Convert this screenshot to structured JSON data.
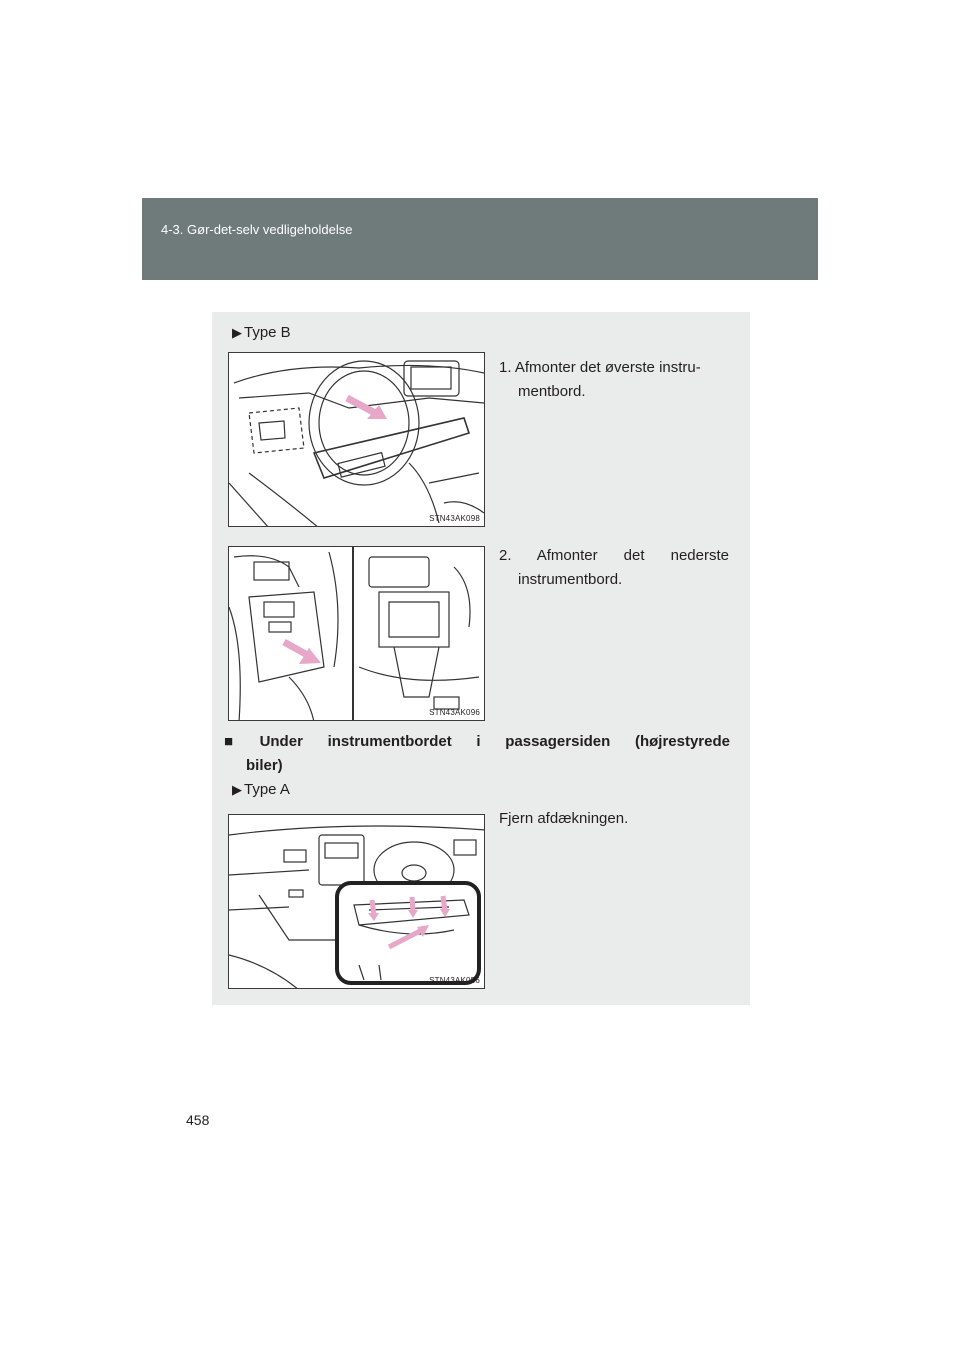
{
  "header": {
    "section": "4-3. Gør-det-selv vedligeholdelse"
  },
  "type_b": {
    "label": "Type B",
    "step1": {
      "line1": "1. Afmonter det øverste instru-",
      "line2": "mentbord."
    },
    "step2": {
      "line1": "2. Afmonter det nederste",
      "line2": "instrumentbord."
    },
    "fig1_code": "STN43AK098",
    "fig2_code": "STN43AK096"
  },
  "heading": {
    "bullet": "■",
    "line1": "Under instrumentbordet i passagersiden (højrestyrede",
    "line2": "biler)"
  },
  "type_a": {
    "label": "Type A",
    "instruction": "Fjern afdækningen.",
    "fig3_code": "STN43AK056"
  },
  "icons": {
    "bullet": "triangle-right-icon"
  },
  "colors": {
    "header_bg": "#6f7b7a",
    "panel_bg": "#eaebeb",
    "arrow": "#e7a7c8"
  },
  "page_number": "458"
}
